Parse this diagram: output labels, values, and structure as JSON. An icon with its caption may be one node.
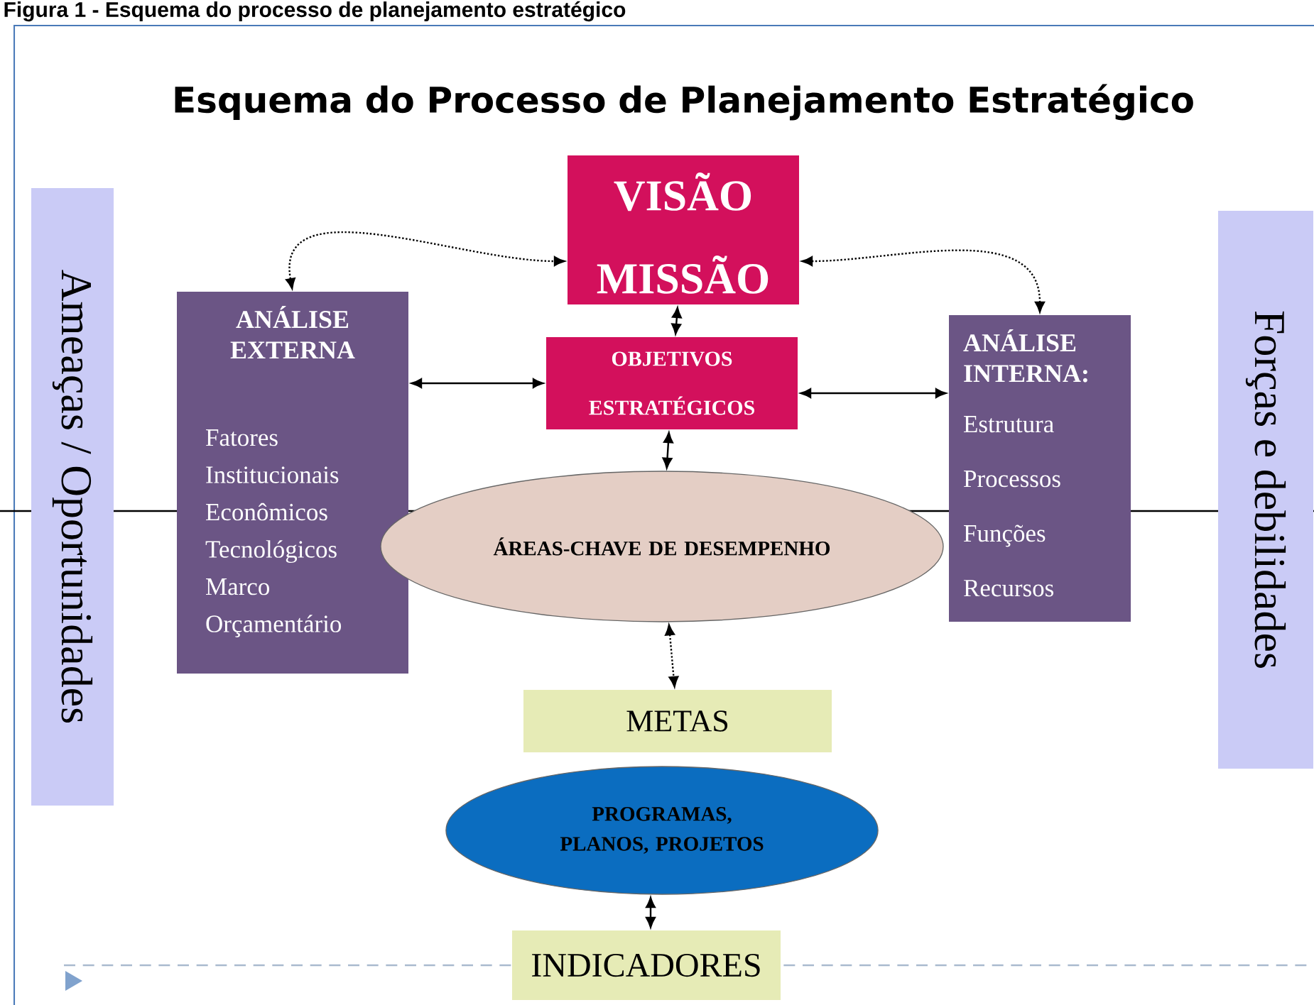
{
  "diagram": {
    "title": "Esquema do Processo de Planejamento Estratégico",
    "caption": "Figura 1 - Esquema do processo de planejamento estratégico",
    "nodes": [
      {
        "text": [
          "VISÃO",
          "MISSÃO"
        ]
      },
      {
        "text": [
          "ANÁLISE EXTERNA",
          "Fatores Institucionais Econômicos Tecnológicos Marco Orçamentário"
        ]
      },
      {
        "text": [
          "OBJETIVOS ESTRATÉGICOS"
        ]
      },
      {
        "text": [
          "ANÁLISE INTERNA:",
          "Estrutura Processos Funções Recursos"
        ]
      },
      {
        "text": [
          "ÁREAS-CHAVE DE DESEMPENHO"
        ]
      },
      {
        "text": [
          "METAS"
        ]
      },
      {
        "text": [
          "PROGRAMAS, PLANOS, PROJETOS"
        ]
      },
      {
        "text": [
          "INDICADORES"
        ]
      },
      {
        "text": [
          "Ameaças / Oportunidades"
        ]
      },
      {
        "text": [
          "Forças e debilidades"
        ]
      }
    ],
    "edges": [
      {
        "from": 1,
        "to": 0,
        "arrow": "both",
        "style": "dashed"
      },
      {
        "from": 0,
        "to": 3,
        "arrow": "both",
        "style": "dashed"
      },
      {
        "from": 0,
        "to": 2,
        "arrow": "both"
      },
      {
        "from": 1,
        "to": 2,
        "arrow": "both"
      },
      {
        "from": 2,
        "to": 3,
        "arrow": "both"
      },
      {
        "from": 2,
        "to": 4,
        "arrow": "both"
      },
      {
        "from": 4,
        "to": 5,
        "arrow": "both",
        "style": "dashed"
      },
      {
        "from": 6,
        "to": 7,
        "arrow": "both"
      }
    ]
  }
}
